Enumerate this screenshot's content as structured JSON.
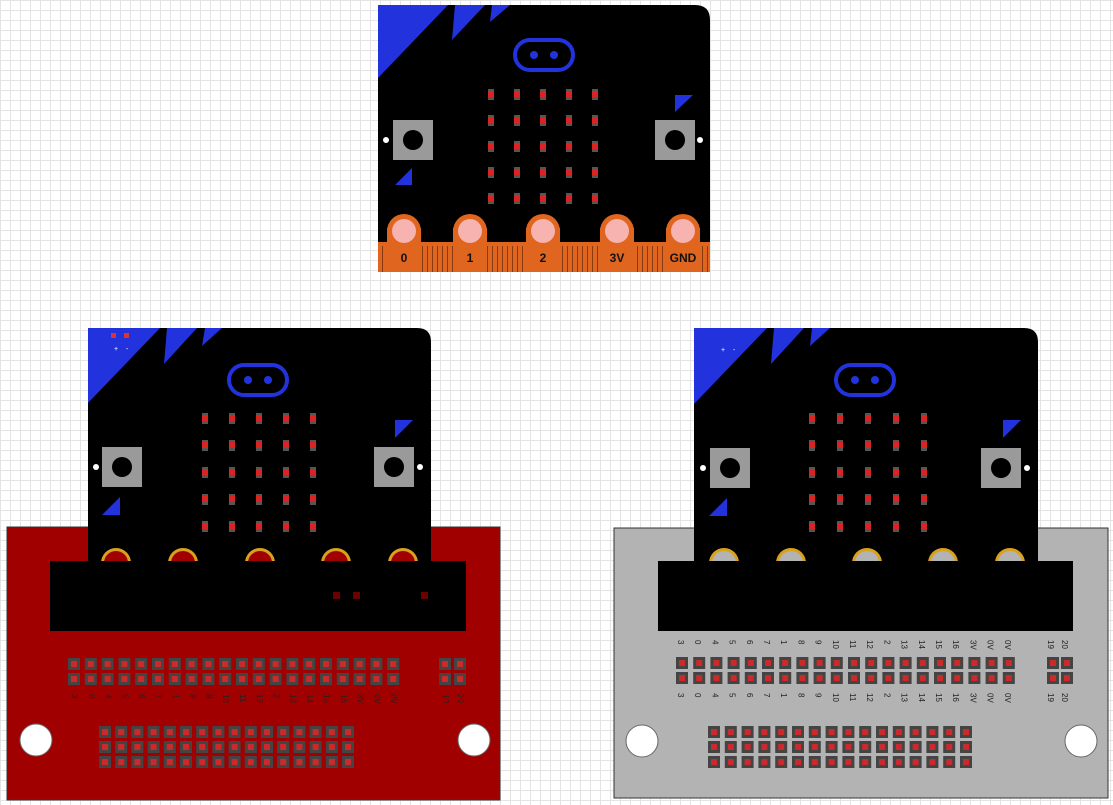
{
  "edge_pins": [
    "0",
    "1",
    "2",
    "3V",
    "GND"
  ],
  "battery_labels": [
    "+",
    "-"
  ],
  "header_labels": [
    "3",
    "0",
    "4",
    "5",
    "6",
    "7",
    "1",
    "8",
    "9",
    "10",
    "11",
    "12",
    "2",
    "13",
    "14",
    "15",
    "16",
    "3V",
    "0V",
    "0V"
  ],
  "header_labels_side": [
    "19",
    "20"
  ],
  "boards": [
    {
      "name": "microbit-standalone",
      "color": "#000000"
    },
    {
      "name": "red-breakout-board",
      "color": "#a00000"
    },
    {
      "name": "grey-breakout-board",
      "color": "#b3b3b3"
    }
  ],
  "colors": {
    "pcb": "#000000",
    "blue_corner": "#2233dd",
    "led": "#dd2222",
    "button_base": "#9a9a9a",
    "button_cap": "#000000",
    "edge_pad": "#e0651f",
    "edge_pad_hole": "#f7b3b0",
    "red_board": "#a00000",
    "grey_board": "#b3b3b3",
    "connector": "#000000",
    "header_pin_box": "#444444"
  }
}
